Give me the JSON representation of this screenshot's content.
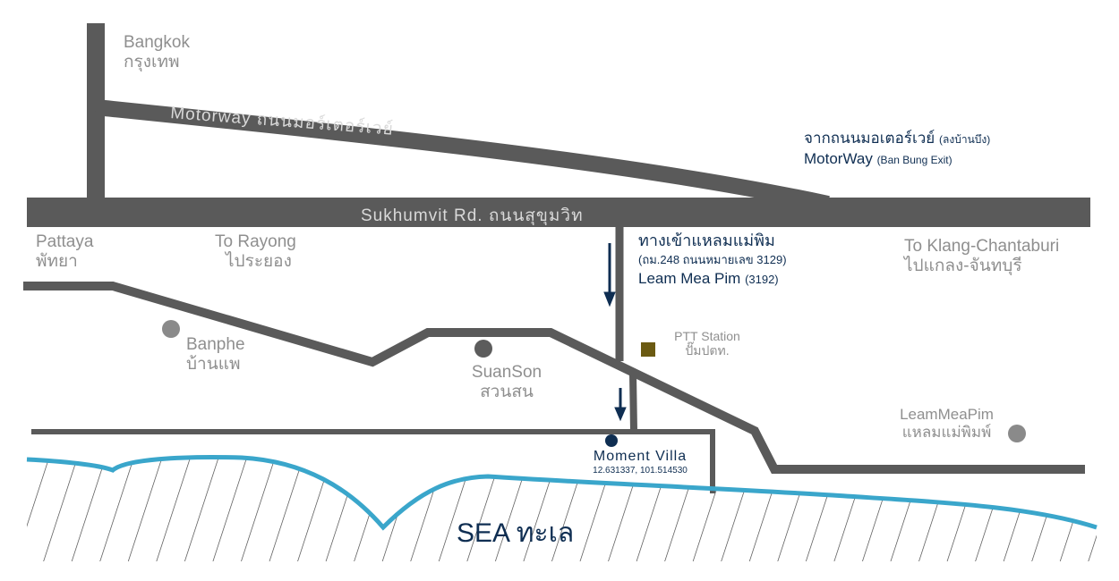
{
  "colors": {
    "road": "#5a5a5a",
    "road_text": "#d9d9d9",
    "label_grey": "#8f8f8f",
    "navy": "#0f2e52",
    "sea_line": "#3aa6cb",
    "hatch": "#3a3a3a",
    "ptt_square": "#6b5a12",
    "marker_grey": "#8a8a8a",
    "marker_dark": "#5c5c5c"
  },
  "roads": {
    "sukhumvit": "Sukhumvit Rd. ถนนสุขุมวิท",
    "motorway": "Motorway ถนนมอร์เตอร์เวย์"
  },
  "places": {
    "bangkok": {
      "en": "Bangkok",
      "th": "กรุงเทพ"
    },
    "pattaya": {
      "en": "Pattaya",
      "th": "พัทยา"
    },
    "rayong": {
      "en": "To Rayong",
      "th": "ไประยอง"
    },
    "klang": {
      "en": "To Klang-Chantaburi",
      "th": "ไปแกลง-จันทบุรี"
    },
    "banphe": {
      "en": "Banphe",
      "th": "บ้านแพ"
    },
    "suanson": {
      "en": "SuanSon",
      "th": "สวนสน"
    },
    "leammeapim": {
      "en": "LeamMeaPim",
      "th": "แหลมแม่พิมพ์"
    },
    "ptt": {
      "en": "PTT Station",
      "th": "ปั๊มปตท."
    }
  },
  "motorway_exit": {
    "th": "จากถนนมอเตอร์เวย์",
    "th_note": "(ลงบ้านบึง)",
    "en": "MotorWay",
    "en_note": "(Ban Bung Exit)"
  },
  "entrance": {
    "th": "ทางเข้าแหลมแม่พิม",
    "th_note": "(ถม.248 ถนนหมายเลข 3129)",
    "en": "Leam Mea Pim",
    "en_note": "(3192)"
  },
  "destination": {
    "name": "Moment Villa",
    "coords": "12.631337, 101.514530"
  },
  "sea": "SEA ทะเล"
}
